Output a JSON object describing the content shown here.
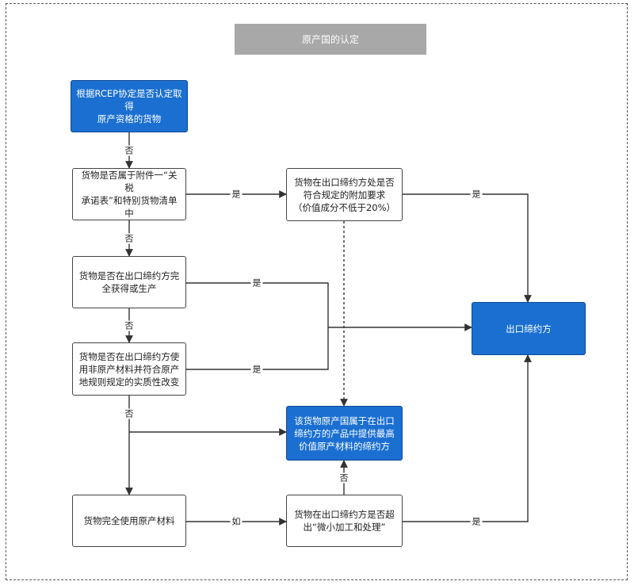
{
  "title": "原产国的认定",
  "nodes": {
    "rcep": "根据RCEP协定是否认定取得\n原产资格的货物",
    "annex": "货物是否属于附件一“关税\n承诺表”和特别货物清单中",
    "additional": "货物在出口缔约方处是否\n符合规定的附加要求\n（价值成分不低于20%）",
    "wholly_obtained": "货物是否在出口缔约方完\n全获得或生产",
    "non_originating": "货物是否在出口缔约方使\n用非原产材料并符合原产\n地规则规定的实质性改变",
    "exporting_party": "出口缔约方",
    "highest_value": "该货物原产国属于在出口\n缔约方的产品中提供最高\n价值原产材料的缔约方",
    "fully_originating": "货物完全使用原产材料",
    "minimal": "货物在出口缔约方是否超\n出“微小加工和处理”"
  },
  "edge_labels": {
    "rcep_annex": "否",
    "annex_additional": "是",
    "additional_exporting": "是",
    "annex_wholly": "否",
    "wholly_exporting": "是",
    "wholly_nonorig": "否",
    "nonorig_exporting": "是",
    "nonorig_down": "否",
    "fully_minimal": "如",
    "minimal_highest": "否",
    "minimal_exporting": "是"
  },
  "colors": {
    "accent_blue": "#1a6fd1",
    "title_gray": "#a8a8a8"
  }
}
